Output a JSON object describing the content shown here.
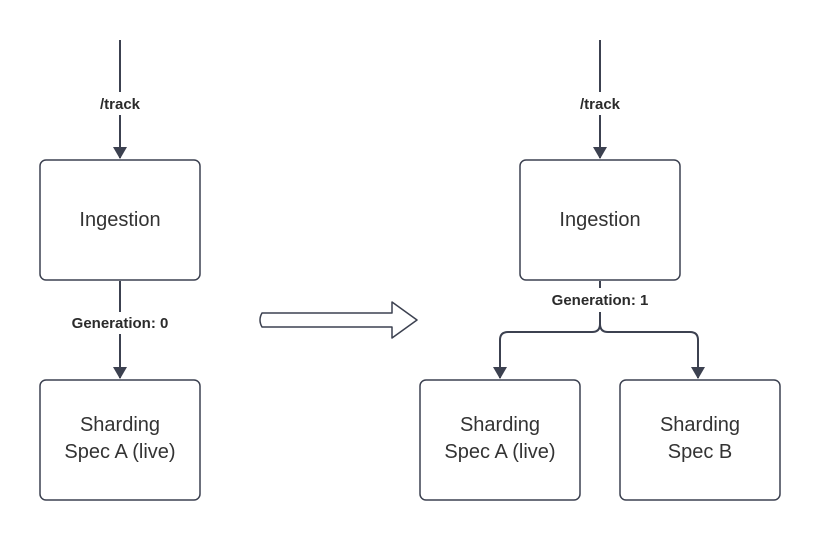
{
  "colors": {
    "stroke": "#3c4150",
    "box_fill": "#ffffff",
    "text": "#333333"
  },
  "left": {
    "entry_label": "/track",
    "ingestion_box": {
      "label": "Ingestion"
    },
    "generation_label": "Generation: 0",
    "shard_box": {
      "line1": "Sharding",
      "line2": "Spec A (live)"
    }
  },
  "transition": {
    "icon": "right-arrow-outline"
  },
  "right": {
    "entry_label": "/track",
    "ingestion_box": {
      "label": "Ingestion"
    },
    "generation_label": "Generation: 1",
    "shard_a_box": {
      "line1": "Sharding",
      "line2": "Spec A (live)"
    },
    "shard_b_box": {
      "line1": "Sharding",
      "line2": "Spec B"
    }
  }
}
